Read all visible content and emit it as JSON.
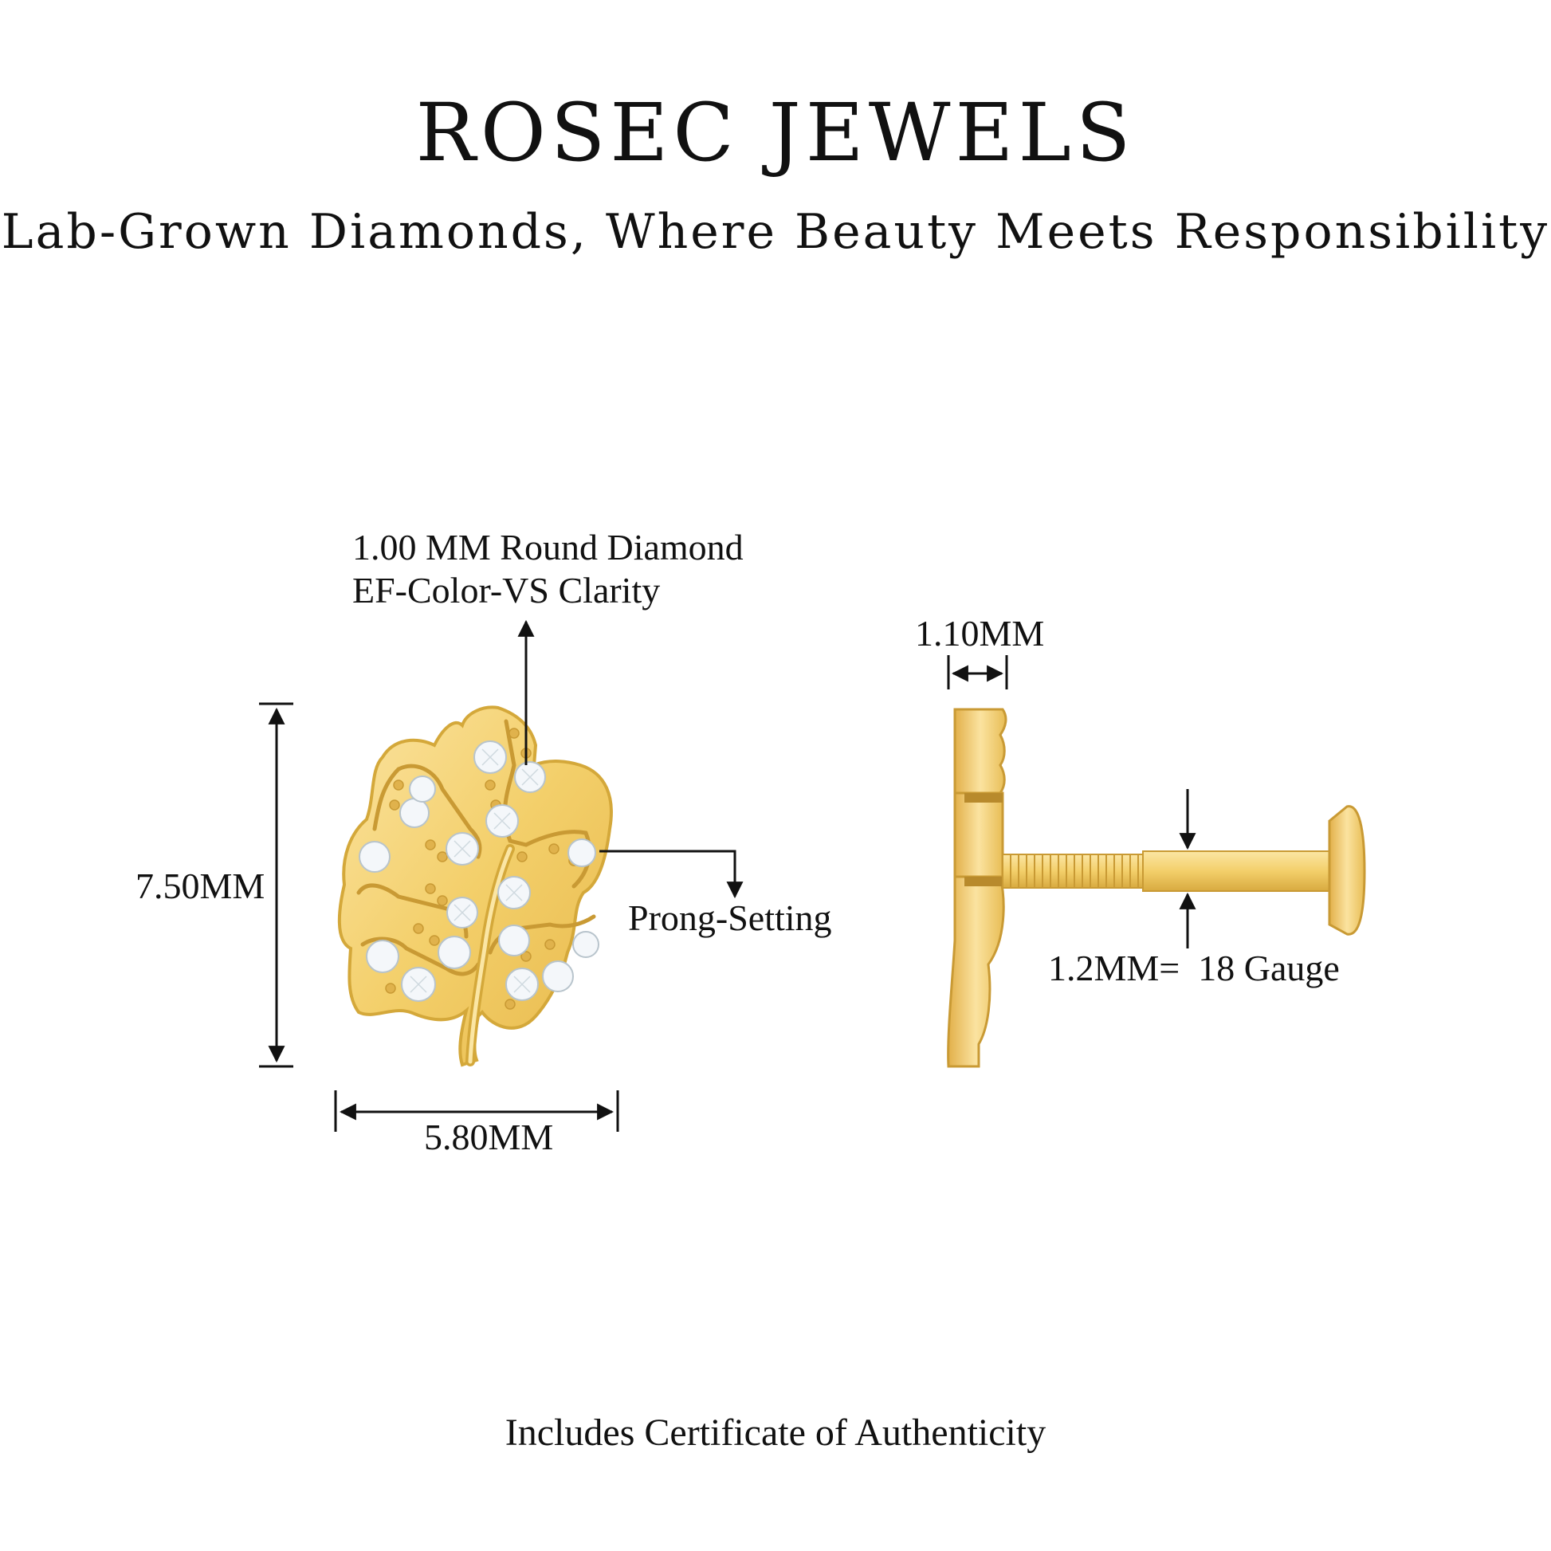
{
  "header": {
    "brand": "ROSEC JEWELS",
    "tagline": "Lab-Grown Diamonds, Where Beauty Meets Responsibility"
  },
  "front_view": {
    "diamond_line1": "1.00 MM Round Diamond",
    "diamond_line2": "EF-Color-VS Clarity",
    "height_label": "7.50MM",
    "width_label": "5.80MM",
    "setting_label": "Prong-Setting"
  },
  "side_view": {
    "thickness_label": "1.10MM",
    "gauge_label": "1.2MM=  18 Gauge"
  },
  "footer": {
    "certificate": "Includes Certificate of Authenticity"
  },
  "colors": {
    "gold": "#f3cf6a",
    "gold_dark": "#d4a83a",
    "gold_light": "#fbe6a4",
    "diamond": "#f4f7fa",
    "ink": "#111111"
  }
}
